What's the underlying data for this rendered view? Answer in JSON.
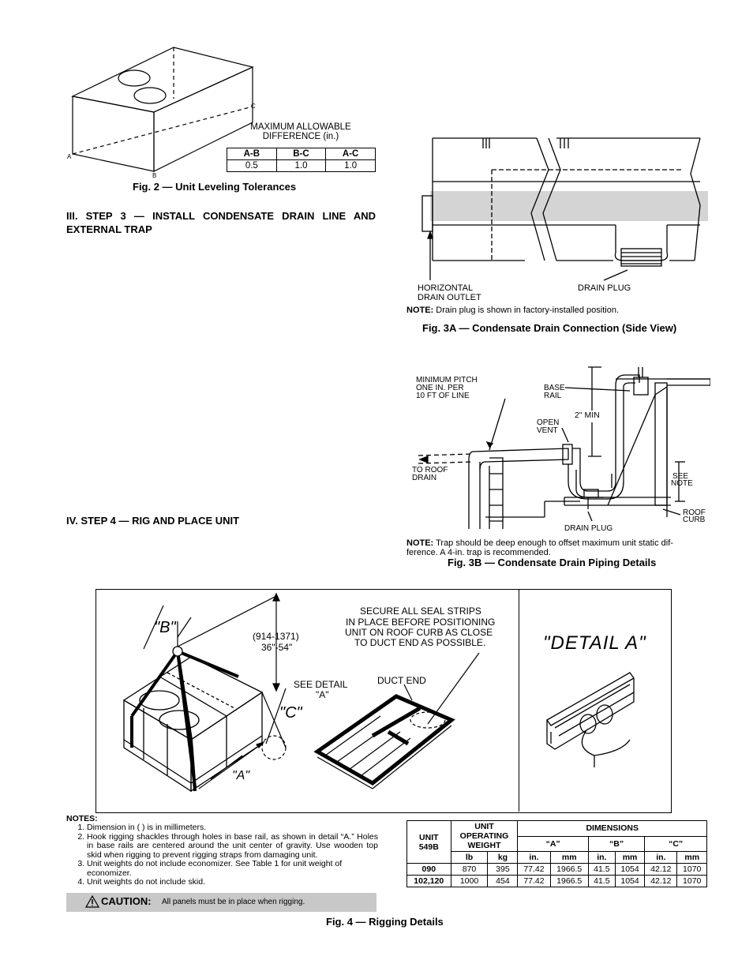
{
  "fig2": {
    "corner_a": "A",
    "corner_b": "B",
    "corner_c": "C",
    "table_title_line1": "MAXIMUM ALLOWABLE",
    "table_title_line2": "DIFFERENCE (in.)",
    "headers": [
      "A-B",
      "B-C",
      "A-C"
    ],
    "values": [
      "0.5",
      "1.0",
      "1.0"
    ],
    "caption": "Fig. 2 — Unit Leveling Tolerances"
  },
  "step3_heading": "III. STEP 3 — INSTALL CONDENSATE DRAIN LINE AND EXTERNAL TRAP",
  "step4_heading": "IV. STEP 4 — RIG AND PLACE UNIT",
  "fig3a": {
    "label_outlet_1": "HORIZONTAL",
    "label_outlet_2": "DRAIN OUTLET",
    "label_plug": "DRAIN PLUG",
    "note_label": "NOTE:",
    "note_text": "Drain plug is shown in factory-installed position.",
    "caption": "Fig. 3A — Condensate Drain Connection (Side View)"
  },
  "fig3b": {
    "pitch_1": "MINIMUM PITCH",
    "pitch_2": "ONE IN. PER",
    "pitch_3": "10 FT  OF LINE",
    "base_1": "BASE",
    "base_2": "RAIL",
    "vent_1": "OPEN",
    "vent_2": "VENT",
    "min": "2\"  MIN",
    "roof_1": "TO ROOF",
    "roof_2": "DRAIN",
    "see_1": "SEE",
    "see_2": "NOTE",
    "curb_1": "ROOF",
    "curb_2": "CURB",
    "plug": "DRAIN PLUG",
    "note_label": "NOTE:",
    "note_text_1": "Trap should be deep enough to offset maximum unit static dif-",
    "note_text_2": "ference. A 4-in. trap is recommended.",
    "caption": "Fig. 3B — Condensate Drain Piping Details"
  },
  "fig4": {
    "label_b": "\"B\"",
    "label_c": "\"C\"",
    "label_a": "\"A\"",
    "dim_1": "(914-1371)",
    "dim_2": "36\"-54\"",
    "secure_1": "SECURE ALL SEAL STRIPS",
    "secure_2": "IN PLACE BEFORE POSITIONING",
    "secure_3": "UNIT ON ROOF CURB AS CLOSE",
    "secure_4": "TO DUCT END AS POSSIBLE.",
    "see_detail_1": "SEE DETAIL",
    "see_detail_2": "\"A\"",
    "duct_end": "DUCT END",
    "detail_a": "\"DETAIL  A\"",
    "notes_title": "NOTES:",
    "notes": [
      "Dimension in (    ) is in millimeters.",
      "Hook rigging shackles through holes in base rail, as shown in detail “A.” Holes in base rails are centered around the unit center of gravity. Use wooden top skid when rigging to prevent rigging straps from damaging unit.",
      "Unit weights do not include economizer. See Table 1 for unit weight of economizer.",
      "Unit weights do not include skid."
    ],
    "caution_label": "CAUTION:",
    "caution_text": "All panels must be in place when rigging.",
    "caption": "Fig. 4 — Rigging Details",
    "table": {
      "h_unit_1": "UNIT",
      "h_unit_2": "549B",
      "h_weight_1": "UNIT",
      "h_weight_2": "OPERATING",
      "h_weight_3": "WEIGHT",
      "h_dims": "DIMENSIONS",
      "h_a": "“A”",
      "h_b": "“B”",
      "h_c": "“C”",
      "units": [
        "lb",
        "kg",
        "in.",
        "mm",
        "in.",
        "mm",
        "in.",
        "mm"
      ],
      "rows": [
        [
          "090",
          "870",
          "395",
          "77.42",
          "1966.5",
          "41.5",
          "1054",
          "42.12",
          "1070"
        ],
        [
          "102,120",
          "1000",
          "454",
          "77.42",
          "1966.5",
          "41.5",
          "1054",
          "42.12",
          "1070"
        ]
      ]
    }
  }
}
